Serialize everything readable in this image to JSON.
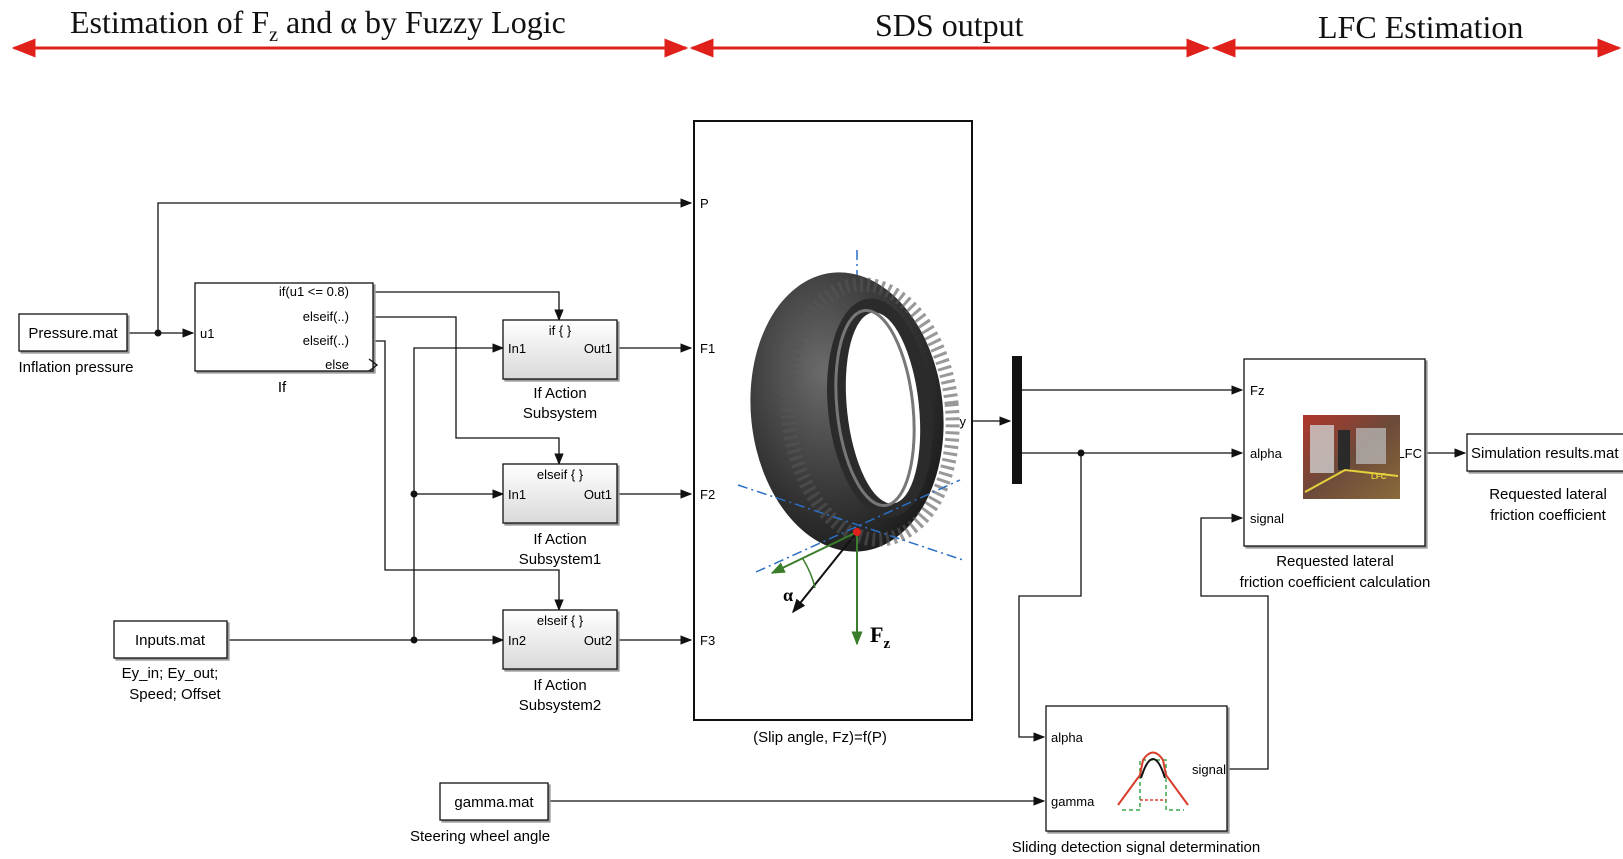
{
  "sections": {
    "fuzzy": {
      "prefix": "Estimation of F",
      "sub": "z",
      "suffix": " and α by Fuzzy Logic"
    },
    "sds": {
      "title": "SDS output"
    },
    "lfc": {
      "title": "LFC Estimation"
    }
  },
  "colors": {
    "section_arrow": "#e0201b",
    "block_fill_gray": "#efefef",
    "line": "#111111",
    "tire_axis": "#2a6fc4",
    "fz_arrow": "#3a7d2a"
  },
  "blocks": {
    "pressure": {
      "label": "Pressure.mat",
      "caption": "Inflation pressure"
    },
    "if_block": {
      "port_in": "u1",
      "out1": "if(u1 <= 0.8)",
      "out2": "elseif(..)",
      "out3": "elseif(..)",
      "out4": "else",
      "caption": "If"
    },
    "if_action": {
      "title": "if { }",
      "in": "In1",
      "out": "Out1",
      "caption1": "If Action",
      "caption2": "Subsystem"
    },
    "if_action1": {
      "title": "elseif { }",
      "in": "In1",
      "out": "Out1",
      "caption1": "If Action",
      "caption2": "Subsystem1"
    },
    "if_action2": {
      "title": "elseif { }",
      "in": "In2",
      "out": "Out2",
      "caption1": "If Action",
      "caption2": "Subsystem2"
    },
    "inputs": {
      "label": "Inputs.mat",
      "caption1": "Ey_in; Ey_out;",
      "caption2": "Speed; Offset"
    },
    "gamma": {
      "label": "gamma.mat",
      "caption": "Steering wheel angle"
    },
    "sds": {
      "port_p": "P",
      "port_f1": "F1",
      "port_f2": "F2",
      "port_f3": "F3",
      "port_y": "y",
      "caption": "(Slip angle, Fz)=f(P)",
      "alpha_symbol": "α",
      "fz_prefix": "F",
      "fz_sub": "z"
    },
    "lfc_calc": {
      "port_fz": "Fz",
      "port_alpha": "alpha",
      "port_signal": "signal",
      "port_out": "LFC",
      "caption1": "Requested lateral",
      "caption2": "friction coefficient calculation",
      "image_tag": "LFC"
    },
    "results": {
      "label": "Simulation results.mat",
      "caption1": "Requested lateral",
      "caption2": "friction coefficient"
    },
    "sliding": {
      "port_alpha": "alpha",
      "port_gamma": "gamma",
      "port_out": "signal",
      "caption": "Sliding detection signal determination"
    }
  }
}
